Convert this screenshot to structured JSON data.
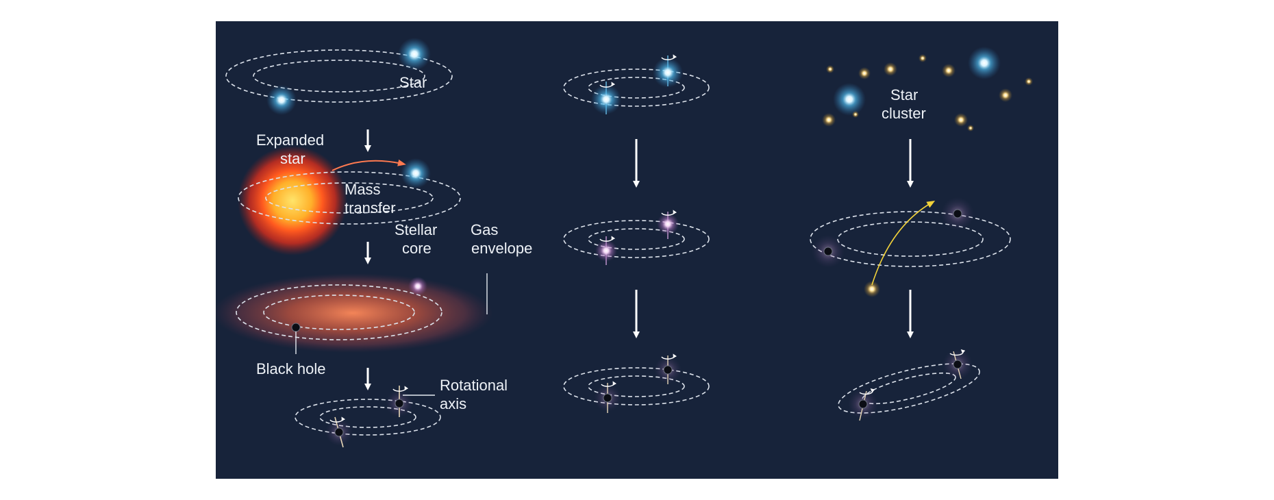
{
  "labels": {
    "star": "Star",
    "expanded_star_1": "Expanded",
    "expanded_star_2": "star",
    "mass_transfer_1": "Mass",
    "mass_transfer_2": "transfer",
    "stellar_core_1": "Stellar",
    "stellar_core_2": "core",
    "gas_envelope_1": "Gas",
    "gas_envelope_2": "envelope",
    "black_hole": "Black hole",
    "rotational_axis_1": "Rotational",
    "rotational_axis_2": "axis",
    "star_cluster_1": "Star",
    "star_cluster_2": "cluster"
  },
  "colors": {
    "background": "#17233a",
    "blue_star": "#bfeaff",
    "orbit": "#dde3ec",
    "expanded_star": "#ff5a1f",
    "mass_transfer_arrow": "#ff7a50",
    "yellow_star": "#ffd36b",
    "capture_arrow": "#f2d23a",
    "arrow": "#ffffff"
  }
}
